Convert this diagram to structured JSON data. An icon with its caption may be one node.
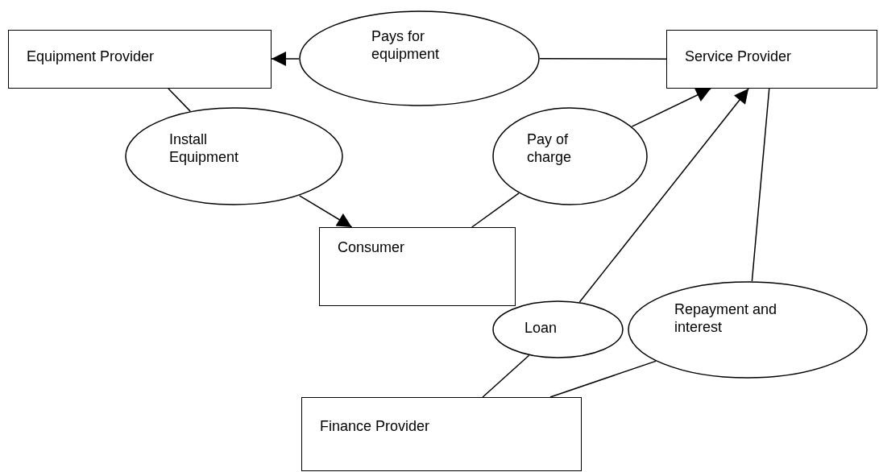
{
  "diagram": {
    "nodes": [
      {
        "text": [
          "Equipment Provider"
        ]
      },
      {
        "text": [
          "Pays for equipment"
        ]
      },
      {
        "text": [
          "Service Provider"
        ]
      },
      {
        "text": [
          "Install Equipment"
        ]
      },
      {
        "text": [
          "Pay of charge"
        ]
      },
      {
        "text": [
          "Consumer"
        ]
      },
      {
        "text": [
          "Loan"
        ]
      },
      {
        "text": [
          "Repayment and interest"
        ]
      },
      {
        "text": [
          "Finance Provider"
        ]
      }
    ],
    "edges": [
      {
        "from": 2,
        "to": 1,
        "arrow": "none"
      },
      {
        "from": 1,
        "to": 0,
        "arrow": "to"
      },
      {
        "from": 0,
        "to": 3,
        "arrow": "none"
      },
      {
        "from": 3,
        "to": 5,
        "arrow": "to"
      },
      {
        "from": 5,
        "to": 4,
        "arrow": "none"
      },
      {
        "from": 4,
        "to": 2,
        "arrow": "to"
      },
      {
        "from": 8,
        "to": 6,
        "arrow": "none"
      },
      {
        "from": 6,
        "to": 2,
        "arrow": "to"
      },
      {
        "from": 2,
        "to": 7,
        "arrow": "none"
      },
      {
        "from": 7,
        "to": 8,
        "arrow": "none"
      }
    ]
  }
}
